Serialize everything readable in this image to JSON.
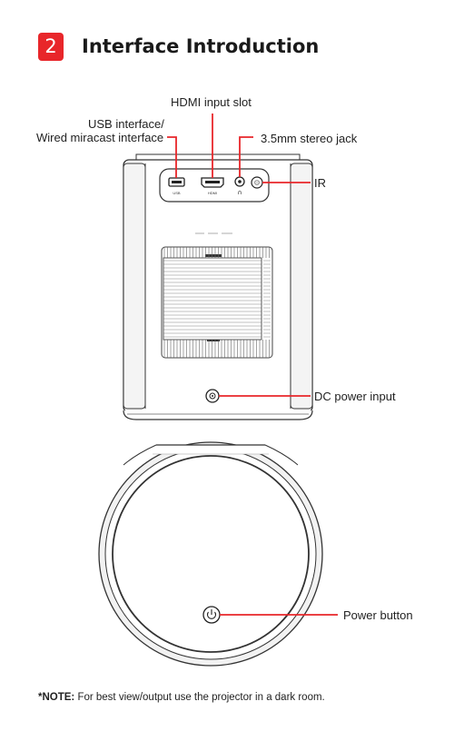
{
  "header": {
    "section_number": "2",
    "title": "Interface Introduction"
  },
  "labels": {
    "hdmi": "HDMI input slot",
    "usb_line1": "USB interface/",
    "usb_line2": "Wired miracast interface",
    "jack": "3.5mm stereo jack",
    "ir": "IR",
    "dc": "DC power input",
    "power": "Power button"
  },
  "port_marks": {
    "usb": "USB",
    "hdmi": "HDMI",
    "headphone": "∩"
  },
  "note": {
    "prefix": "*NOTE:",
    "text": " For best view/output use the projector in a dark room."
  },
  "colors": {
    "accent": "#e8262a",
    "outline": "#333333"
  }
}
